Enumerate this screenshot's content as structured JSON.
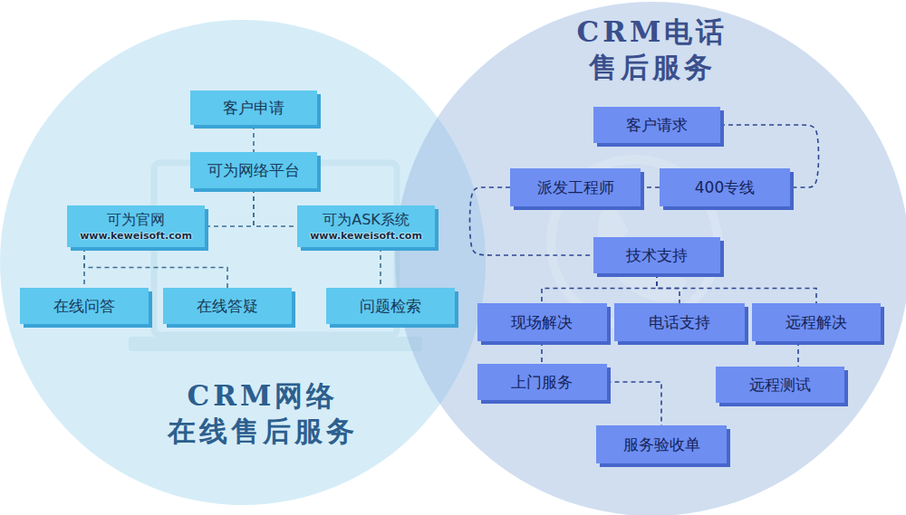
{
  "diagram": {
    "nodes": [
      {
        "text": [
          "客户申请"
        ]
      },
      {
        "text": [
          "可为网络平台"
        ]
      },
      {
        "text": [
          "可为官网",
          "www.keweisoft.com"
        ]
      },
      {
        "text": [
          "可为ASK系统",
          "www.keweisoft.com"
        ]
      },
      {
        "text": [
          "在线问答"
        ]
      },
      {
        "text": [
          "在线答疑"
        ]
      },
      {
        "text": [
          "问题检索"
        ]
      },
      {
        "text": [
          "客户请求"
        ]
      },
      {
        "text": [
          "派发工程师"
        ]
      },
      {
        "text": [
          "400专线"
        ]
      },
      {
        "text": [
          "技术支持"
        ]
      },
      {
        "text": [
          "现场解决"
        ]
      },
      {
        "text": [
          "电话支持"
        ]
      },
      {
        "text": [
          "远程解决"
        ]
      },
      {
        "text": [
          "上门服务"
        ]
      },
      {
        "text": [
          "远程测试"
        ]
      },
      {
        "text": [
          "服务验收单"
        ]
      }
    ],
    "edges": [
      {
        "from": 0,
        "to": 1,
        "arrow": "none"
      },
      {
        "from": 1,
        "to": 2,
        "arrow": "none"
      },
      {
        "from": 1,
        "to": 3,
        "arrow": "none"
      },
      {
        "from": 2,
        "to": 4,
        "arrow": "none"
      },
      {
        "from": 2,
        "to": 5,
        "arrow": "none"
      },
      {
        "from": 3,
        "to": 6,
        "arrow": "none"
      },
      {
        "from": 7,
        "to": 9,
        "arrow": "none"
      },
      {
        "from": 9,
        "to": 8,
        "arrow": "none"
      },
      {
        "from": 8,
        "to": 10,
        "arrow": "none"
      },
      {
        "from": 10,
        "to": 11,
        "arrow": "none"
      },
      {
        "from": 10,
        "to": 12,
        "arrow": "none"
      },
      {
        "from": 10,
        "to": 13,
        "arrow": "none"
      },
      {
        "from": 11,
        "to": 14,
        "arrow": "none"
      },
      {
        "from": 13,
        "to": 15,
        "arrow": "none"
      },
      {
        "from": 14,
        "to": 16,
        "arrow": "none"
      }
    ],
    "labels": [
      "CRM电话 售后服务",
      "CRM网络 在线售后服务"
    ]
  }
}
